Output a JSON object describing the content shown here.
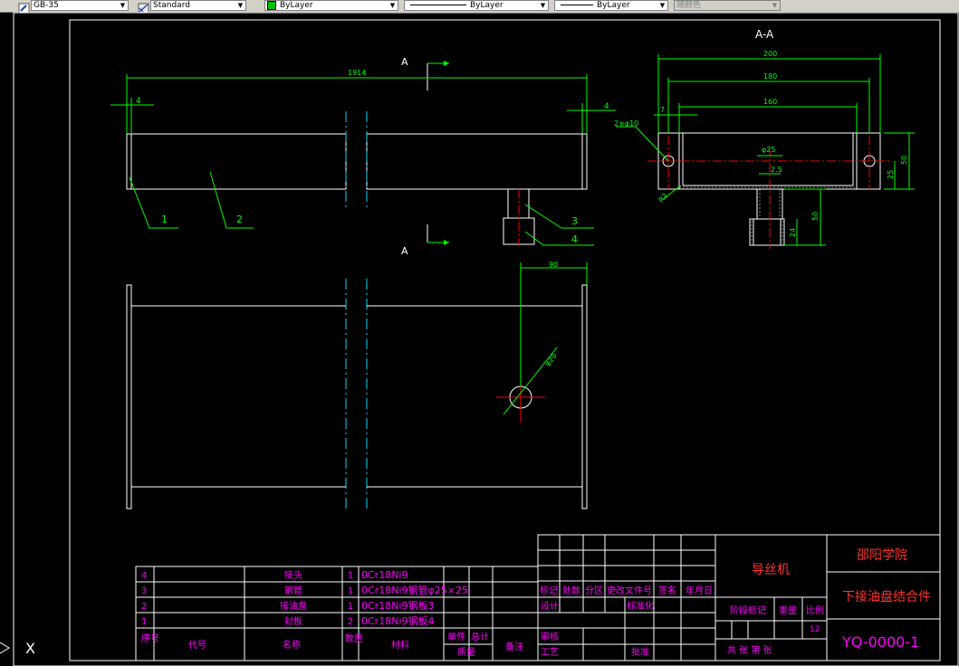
{
  "toolbar": {
    "text_style": "GB-35",
    "dim_style": "Standard",
    "layer": "ByLayer",
    "linetype": "ByLayer",
    "lineweight": "ByLayer",
    "plot_style": "随颜色"
  },
  "drawing": {
    "section_title": "A-A",
    "section_marker": "A",
    "dims": {
      "overall_length": "1914",
      "end_left": "4",
      "end_right": "4",
      "d200": "200",
      "d180": "180",
      "d160": "160",
      "d7": "7",
      "hole_note": "2×φ10",
      "phi25": "φ25",
      "d2_5": "2.5",
      "h50": "50",
      "h25": "25",
      "h50b": "50",
      "h24": "24",
      "r2": "R2",
      "d90": "90",
      "phi20": "φ20"
    },
    "balloons": [
      "1",
      "2",
      "3",
      "4"
    ],
    "cmd_prompt": "X"
  },
  "bom": {
    "rows": [
      {
        "no": "4",
        "name": "接头",
        "qty": "1",
        "material": "0Cr18Ni9"
      },
      {
        "no": "3",
        "name": "钢管",
        "qty": "1",
        "material": "0Cr18Ni9钢管φ25×25"
      },
      {
        "no": "2",
        "name": "接油盘",
        "qty": "1",
        "material": "0Cr18Ni9钢板3"
      },
      {
        "no": "1",
        "name": "封板",
        "qty": "2",
        "material": "0Cr18Ni9钢板4"
      }
    ],
    "header": {
      "no": "序号",
      "code": "代号",
      "name": "名称",
      "qty": "数量",
      "material": "材料",
      "unit": "单件",
      "total": "总计",
      "mass": "质量",
      "note": "备注"
    }
  },
  "title_block": {
    "labels": {
      "mark": "标记",
      "count": "处数",
      "zone": "分区",
      "doc_no": "更改文件号",
      "sign": "签名",
      "date": "年月日",
      "design": "设计",
      "standard": "标准化",
      "review": "审核",
      "process": "工艺",
      "approve": "批准",
      "stage": "阶段标记",
      "weight": "重量",
      "scale": "比例",
      "sheets": "共 张 第 张"
    },
    "scale_value": "12",
    "product": "导丝机",
    "school": "邵阳学院",
    "part_name": "下接油盘结合件",
    "drawing_no": "YQ-0000-1"
  }
}
